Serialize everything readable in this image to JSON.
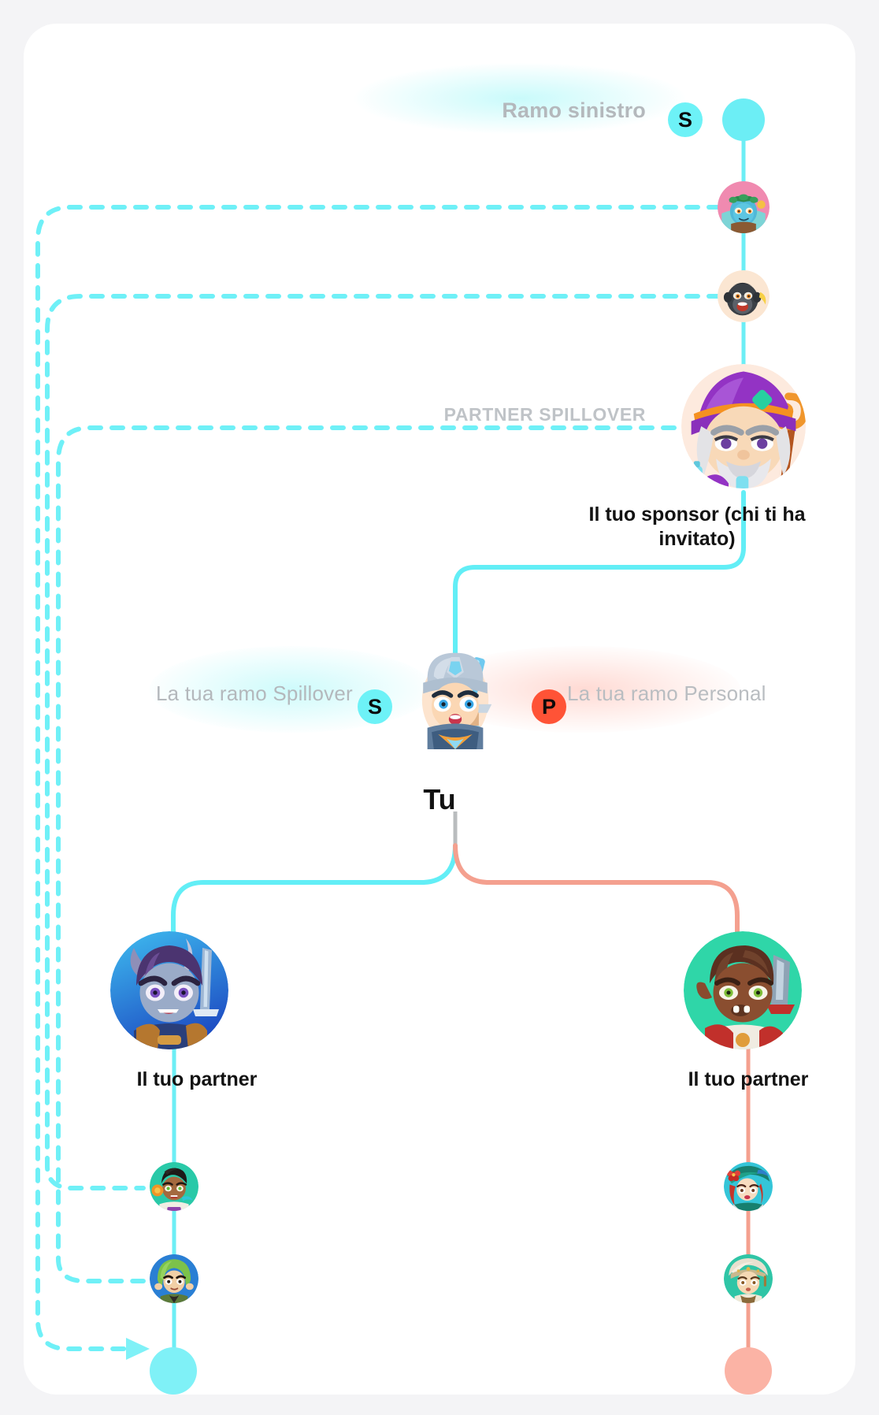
{
  "diagram": {
    "title_left_branch": "Ramo sinistro",
    "partner_spillover_label": "PARTNER SPILLOVER",
    "sponsor_label": "Il tuo sponsor (chi ti ha invitato)",
    "your_spillover_branch": "La tua ramo Spillover",
    "your_personal_branch": "La tua ramo Personal",
    "you_label": "Tu",
    "partner_left_label": "Il tuo partner",
    "partner_right_label": "Il tuo partner"
  },
  "badges": {
    "spillover_top": "S",
    "spillover_mid": "S",
    "personal_mid": "P"
  },
  "colors": {
    "spillover_cyan": "#6df2f7",
    "personal_red": "#ff5336",
    "personal_line": "#f4a08f",
    "card_background": "#ffffff",
    "page_background": "#f4f4f6",
    "muted_text": "#b8bcc0",
    "dark_text": "#121212"
  },
  "nodes": {
    "top_dot": "spillover-placeholder-dot",
    "upline_1": "tribal-shaman-avatar",
    "upline_2": "gorilla-avatar",
    "sponsor": "wizard-avatar",
    "you": "knight-avatar",
    "partner_left": "blue-demon-warrior-avatar",
    "partner_right": "orc-warrior-avatar",
    "downline_left_1": "spellcaster-avatar",
    "downline_left_2": "green-hooded-avatar",
    "downline_right_1": "red-haired-avatar",
    "downline_right_2": "turban-avatar",
    "bottom_dot_left": "spillover-placeholder-dot",
    "bottom_dot_right": "personal-placeholder-dot"
  }
}
